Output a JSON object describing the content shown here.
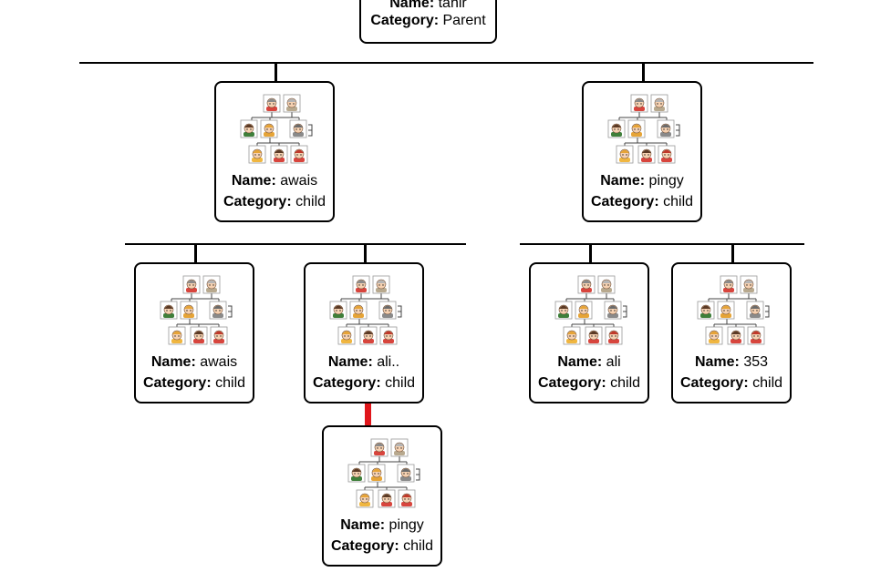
{
  "labels": {
    "name": "Name:",
    "category": "Category:"
  },
  "icon": "family-tree-icon",
  "colors": {
    "line": "#000000",
    "highlight_link": "#e0161b",
    "node_border": "#000000"
  },
  "root": {
    "name": "tahir",
    "category": "Parent"
  },
  "nodes": [
    {
      "id": "n1",
      "name": "awais",
      "category": "child"
    },
    {
      "id": "n2",
      "name": "pingy",
      "category": "child"
    },
    {
      "id": "n3",
      "name": "awais",
      "category": "child"
    },
    {
      "id": "n4",
      "name": "ali..",
      "category": "child"
    },
    {
      "id": "n5",
      "name": "ali",
      "category": "child"
    },
    {
      "id": "n6",
      "name": "353",
      "category": "child"
    },
    {
      "id": "n7",
      "name": "pingy",
      "category": "child"
    }
  ]
}
